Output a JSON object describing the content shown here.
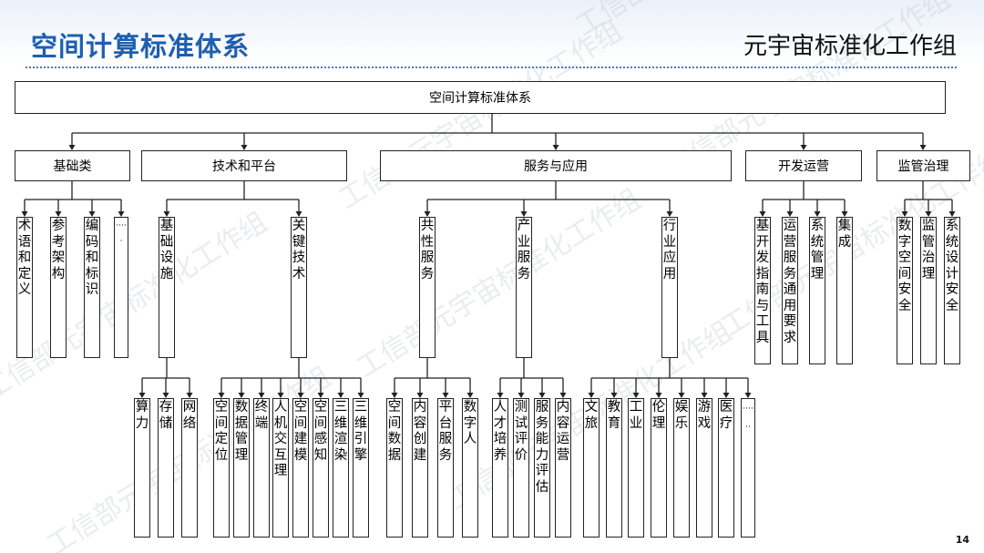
{
  "header": {
    "title": "空间计算标准体系",
    "org": "元宇宙标准化工作组",
    "page_number": "14"
  },
  "watermark": {
    "text": "工信部元宇宙标准化工作组"
  },
  "root": {
    "label": "空间计算标准体系"
  },
  "categories": [
    {
      "label": "基础类"
    },
    {
      "label": "技术和平台"
    },
    {
      "label": "服务与应用"
    },
    {
      "label": "开发运营"
    },
    {
      "label": "监管治理"
    }
  ],
  "level2": [
    {
      "label": "术语和定义"
    },
    {
      "label": "参考架构"
    },
    {
      "label": "编码和标识"
    },
    {
      "label": "·····"
    },
    {
      "label": "基础设施"
    },
    {
      "label": "关键技术"
    },
    {
      "label": "共性服务"
    },
    {
      "label": "产业服务"
    },
    {
      "label": "行业应用"
    },
    {
      "label": "基开发指南与工具"
    },
    {
      "label": "运营服务通用要求"
    },
    {
      "label": "系统管理"
    },
    {
      "label": "集成"
    },
    {
      "label": "数字空间安全"
    },
    {
      "label": "监管治理"
    },
    {
      "label": "系统设计安全"
    }
  ],
  "level3": [
    {
      "label": "算力"
    },
    {
      "label": "存储"
    },
    {
      "label": "网络"
    },
    {
      "label": "空间定位"
    },
    {
      "label": "数据管理"
    },
    {
      "label": "终端"
    },
    {
      "label": "人机交互理"
    },
    {
      "label": "空间建模"
    },
    {
      "label": "空间感知"
    },
    {
      "label": "三维渲染"
    },
    {
      "label": "三维引擎"
    },
    {
      "label": "空间数据"
    },
    {
      "label": "内容创建"
    },
    {
      "label": "平台服务"
    },
    {
      "label": "数字人"
    },
    {
      "label": "人才培养"
    },
    {
      "label": "测试评价"
    },
    {
      "label": "服务能力评估"
    },
    {
      "label": "内容运营"
    },
    {
      "label": "文旅"
    },
    {
      "label": "教育"
    },
    {
      "label": "工业"
    },
    {
      "label": "伦理"
    },
    {
      "label": "娱乐"
    },
    {
      "label": "游戏"
    },
    {
      "label": "医疗"
    },
    {
      "label": "······"
    }
  ]
}
